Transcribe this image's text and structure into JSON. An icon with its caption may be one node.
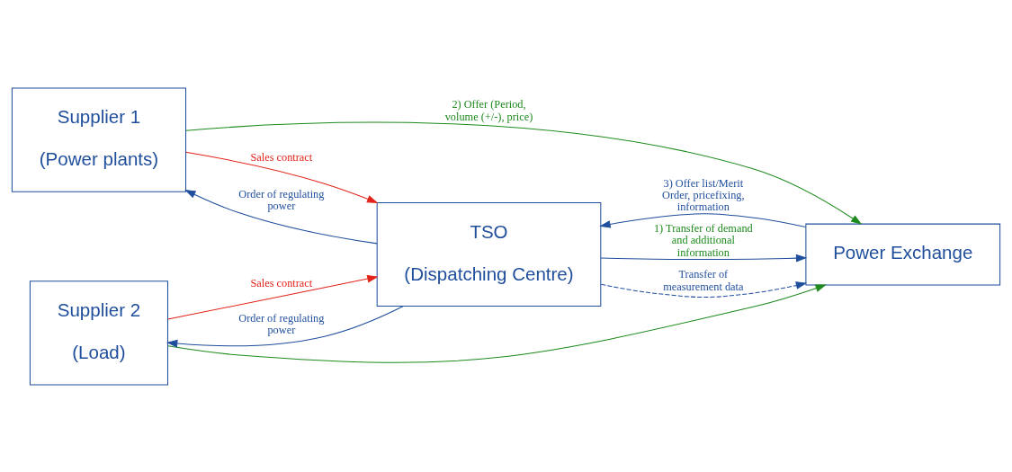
{
  "diagram": {
    "nodes": [
      {
        "text": [
          "Supplier 1",
          "(Power plants)"
        ]
      },
      {
        "text": [
          "Supplier 2",
          "(Load)"
        ]
      },
      {
        "text": [
          "TSO",
          "(Dispatching Centre)"
        ]
      },
      {
        "text": [
          "Power Exchange"
        ]
      }
    ],
    "edges": [
      {
        "from": 2,
        "to": 0,
        "arrow": "to",
        "label": "Order of regulating power"
      },
      {
        "from": 0,
        "to": 2,
        "arrow": "to",
        "label": "Sales contract",
        "color": "#e2231a"
      },
      {
        "from": 1,
        "to": 2,
        "arrow": "to",
        "label": "Sales contract",
        "color": "#e2231a"
      },
      {
        "from": 2,
        "to": 1,
        "arrow": "to",
        "label": "Order of regulating power"
      },
      {
        "from": 2,
        "to": 3,
        "arrow": "to",
        "label": "1) Transfer of demand and additional information"
      },
      {
        "from": 3,
        "to": 2,
        "arrow": "to",
        "label": "3) Offer list/Merit Order, pricefixing, information"
      },
      {
        "from": 0,
        "to": 3,
        "arrow": "to",
        "label": "2) Offer (Period,  volume (+/-), price)",
        "color": "#1e8a1e"
      },
      {
        "from": 1,
        "to": 3,
        "arrow": "to",
        "color": "#1e8a1e"
      },
      {
        "from": 2,
        "to": 3,
        "arrow": "to",
        "label": "Transfer of measurement data",
        "style": "dashed"
      }
    ]
  }
}
